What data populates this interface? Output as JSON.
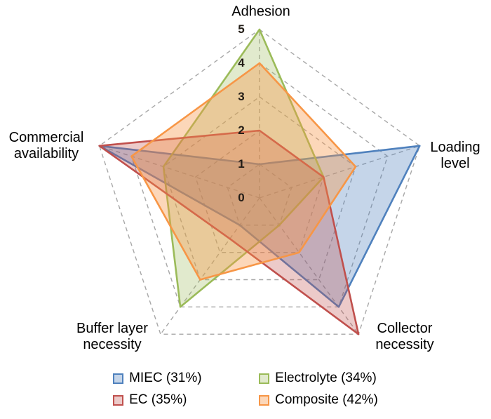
{
  "chart_data": {
    "type": "radar",
    "title": "",
    "categories": [
      "Adhesion",
      "Loading level",
      "Collector necessity",
      "Buffer layer necessity",
      "Commercial availability"
    ],
    "category_labels": [
      "Adhesion",
      "Loading\nlevel",
      "Collector\nnecessity",
      "Buffer layer\nnecessity",
      "Commercial\navailability"
    ],
    "scale": {
      "min": 0,
      "max": 5,
      "tick_labels": [
        "0",
        "1",
        "2",
        "3",
        "4",
        "5"
      ]
    },
    "grid": {
      "style": "dashed",
      "color": "#a8a8a8",
      "levels": [
        1,
        2,
        3,
        4,
        5
      ]
    },
    "legend_position": "bottom",
    "series": [
      {
        "name": "MIEC (31%)",
        "color": "#4F81BD",
        "fill": "rgba(79,129,189,0.33)",
        "values": [
          1,
          5,
          4,
          1,
          5
        ]
      },
      {
        "name": "Electrolyte (34%)",
        "color": "#9BBB59",
        "fill": "rgba(155,187,89,0.30)",
        "values": [
          5,
          2,
          1,
          4,
          3
        ]
      },
      {
        "name": "EC (35%)",
        "color": "#C0504D",
        "fill": "rgba(192,80,77,0.30)",
        "values": [
          2,
          2,
          5,
          1.5,
          5
        ]
      },
      {
        "name": "Composite (42%)",
        "color": "#F79646",
        "fill": "rgba(247,150,70,0.38)",
        "values": [
          4,
          3,
          2,
          3,
          4
        ]
      }
    ]
  }
}
